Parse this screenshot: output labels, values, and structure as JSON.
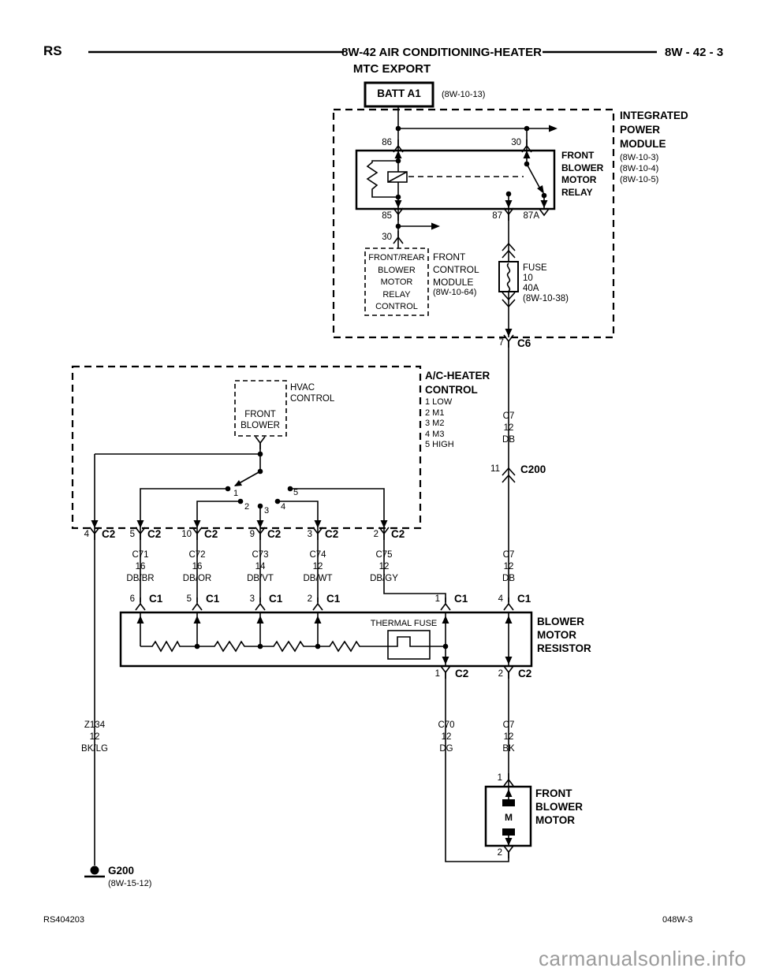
{
  "colors": {
    "line": "#000000",
    "background": "#ffffff",
    "watermark": "#9b9b9b"
  },
  "page": {
    "header": {
      "model": "RS",
      "title": "8W-42 AIR CONDITIONING-HEATER",
      "subtitle": "MTC EXPORT",
      "page_ref": "8W - 42 - 3"
    },
    "footer": {
      "doc_code": "RS404203",
      "sheet_code": "048W-3",
      "watermark": "carmanualsonline.info"
    }
  },
  "battery": {
    "label": "BATT A1",
    "ref": "(8W-10-13)"
  },
  "ipm": {
    "title_lines": [
      "INTEGRATED",
      "POWER",
      "MODULE"
    ],
    "refs": [
      "(8W-10-3)",
      "(8W-10-4)",
      "(8W-10-5)"
    ],
    "relay": {
      "title_lines": [
        "FRONT",
        "BLOWER",
        "MOTOR",
        "RELAY"
      ],
      "pin_86": "86",
      "pin_30": "30",
      "pin_85": "85",
      "pin_87": "87",
      "pin_87a": "87A"
    },
    "fcm": {
      "pin_30": "30",
      "box_lines": [
        "FRONT/REAR",
        "BLOWER",
        "MOTOR",
        "RELAY",
        "CONTROL"
      ],
      "title_lines": [
        "FRONT",
        "CONTROL",
        "MODULE"
      ],
      "ref": "(8W-10-64)"
    },
    "fuse": {
      "lines": [
        "FUSE",
        "10",
        "40A",
        "(8W-10-38)"
      ]
    },
    "out_connector": {
      "pin": "7",
      "name": "C6"
    }
  },
  "ac_heater_control": {
    "title_lines": [
      "A/C-HEATER",
      "CONTROL"
    ],
    "speed_legend": [
      "1 LOW",
      "2 M1",
      "3 M2",
      "4 M3",
      "5 HIGH"
    ],
    "hvac": {
      "title_lines": [
        "HVAC",
        "CONTROL"
      ],
      "switch_lines": [
        "FRONT",
        "BLOWER"
      ]
    },
    "contact_labels": [
      "1",
      "2",
      "3",
      "4",
      "5"
    ],
    "c2_pins": [
      {
        "pin": "4",
        "name": "C2"
      },
      {
        "pin": "5",
        "name": "C2"
      },
      {
        "pin": "10",
        "name": "C2"
      },
      {
        "pin": "9",
        "name": "C2"
      },
      {
        "pin": "3",
        "name": "C2"
      },
      {
        "pin": "2",
        "name": "C2"
      }
    ]
  },
  "inline_connector_c200": {
    "pin": "11",
    "name": "C200"
  },
  "wire_labels": {
    "z134": [
      "Z134",
      "12",
      "BK/LG"
    ],
    "c71": [
      "C71",
      "16",
      "DB/BR"
    ],
    "c72": [
      "C72",
      "16",
      "DB/OR"
    ],
    "c73": [
      "C73",
      "14",
      "DB/VT"
    ],
    "c74": [
      "C74",
      "12",
      "DB/WT"
    ],
    "c75": [
      "C75",
      "12",
      "DB/GY"
    ],
    "c7_upper": [
      "C7",
      "12",
      "DB"
    ],
    "c7_mid": [
      "C7",
      "12",
      "DB"
    ],
    "c70": [
      "C70",
      "12",
      "DG"
    ],
    "c7_bk": [
      "C7",
      "12",
      "BK"
    ]
  },
  "blower_resistor": {
    "title_lines": [
      "BLOWER",
      "MOTOR",
      "RESISTOR"
    ],
    "thermal_fuse_label": "THERMAL FUSE",
    "c1_pins": [
      {
        "pin": "6",
        "name": "C1"
      },
      {
        "pin": "5",
        "name": "C1"
      },
      {
        "pin": "3",
        "name": "C1"
      },
      {
        "pin": "2",
        "name": "C1"
      },
      {
        "pin": "1",
        "name": "C1"
      },
      {
        "pin": "4",
        "name": "C1"
      }
    ],
    "c2_pins": [
      {
        "pin": "1",
        "name": "C2"
      },
      {
        "pin": "2",
        "name": "C2"
      }
    ]
  },
  "blower_motor": {
    "title_lines": [
      "FRONT",
      "BLOWER",
      "MOTOR"
    ],
    "symbol": "M",
    "pin_top": "1",
    "pin_bottom": "2"
  },
  "ground": {
    "name": "G200",
    "ref": "(8W-15-12)"
  }
}
